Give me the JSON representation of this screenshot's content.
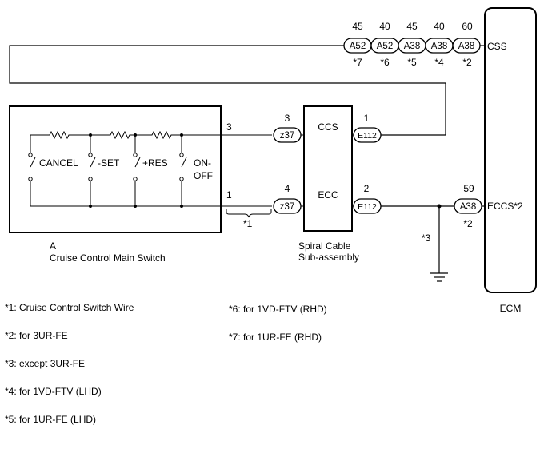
{
  "ecm": {
    "label": "ECM",
    "pin_css": "CSS",
    "pin_eccs": "ECCS*2"
  },
  "top_connectors": [
    {
      "pin": "45",
      "code": "A52",
      "note": "*7"
    },
    {
      "pin": "40",
      "code": "A52",
      "note": "*6"
    },
    {
      "pin": "45",
      "code": "A38",
      "note": "*5"
    },
    {
      "pin": "40",
      "code": "A38",
      "note": "*4"
    },
    {
      "pin": "60",
      "code": "A38",
      "note": "*2"
    }
  ],
  "main_switch": {
    "id": "A",
    "name": "Cruise Control Main Switch",
    "switches": [
      "CANCEL",
      "-SET",
      "+RES",
      "ON-"
    ],
    "switch_extra": "OFF",
    "pin_top": "3",
    "pin_bottom": "1"
  },
  "spiral_cable": {
    "name_line1": "Spiral Cable",
    "name_line2": "Sub-assembly",
    "label_top": "CCS",
    "label_bottom": "ECC",
    "in_top": {
      "pin": "3",
      "code": "z37"
    },
    "in_bottom": {
      "pin": "4",
      "code": "z37"
    },
    "out_top": {
      "pin": "1",
      "code": "E112"
    },
    "out_bottom": {
      "pin": "2",
      "code": "E112"
    }
  },
  "eccs_connector": {
    "pin": "59",
    "code": "A38",
    "note": "*2"
  },
  "wire_note": "*1",
  "ground_note": "*3",
  "notes": [
    "*1: Cruise Control Switch Wire",
    "*2: for 3UR-FE",
    "*3: except 3UR-FE",
    "*4: for 1VD-FTV (LHD)",
    "*5: for 1UR-FE (LHD)",
    "*6: for 1VD-FTV (RHD)",
    "*7: for 1UR-FE (RHD)"
  ]
}
